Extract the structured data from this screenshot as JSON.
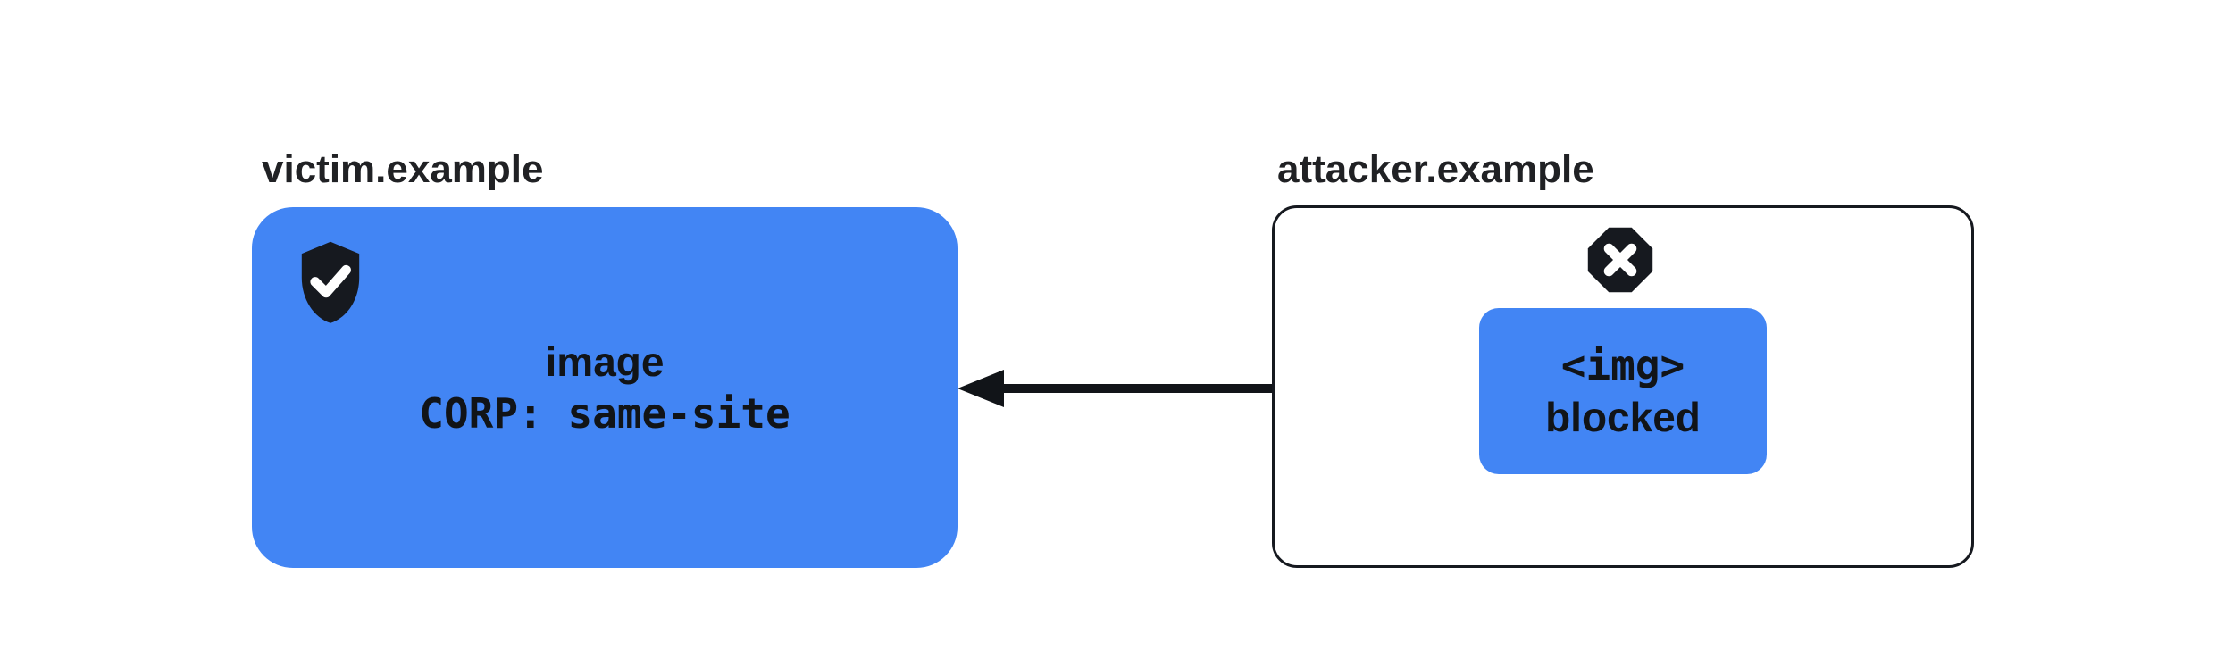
{
  "victim": {
    "label": "victim.example",
    "line1": "image",
    "line2": "CORP: same-site"
  },
  "attacker": {
    "label": "attacker.example",
    "line1": "<img>",
    "line2": "blocked"
  },
  "icons": {
    "victim": "shield-check-icon",
    "attacker": "blocked-x-octagon-icon"
  },
  "arrow": {
    "direction": "left"
  },
  "colors": {
    "accent_blue": "#4285f4",
    "icon_dark": "#16191f",
    "text_dark": "#202124",
    "arrow_black": "#111418",
    "background": "#ffffff"
  }
}
